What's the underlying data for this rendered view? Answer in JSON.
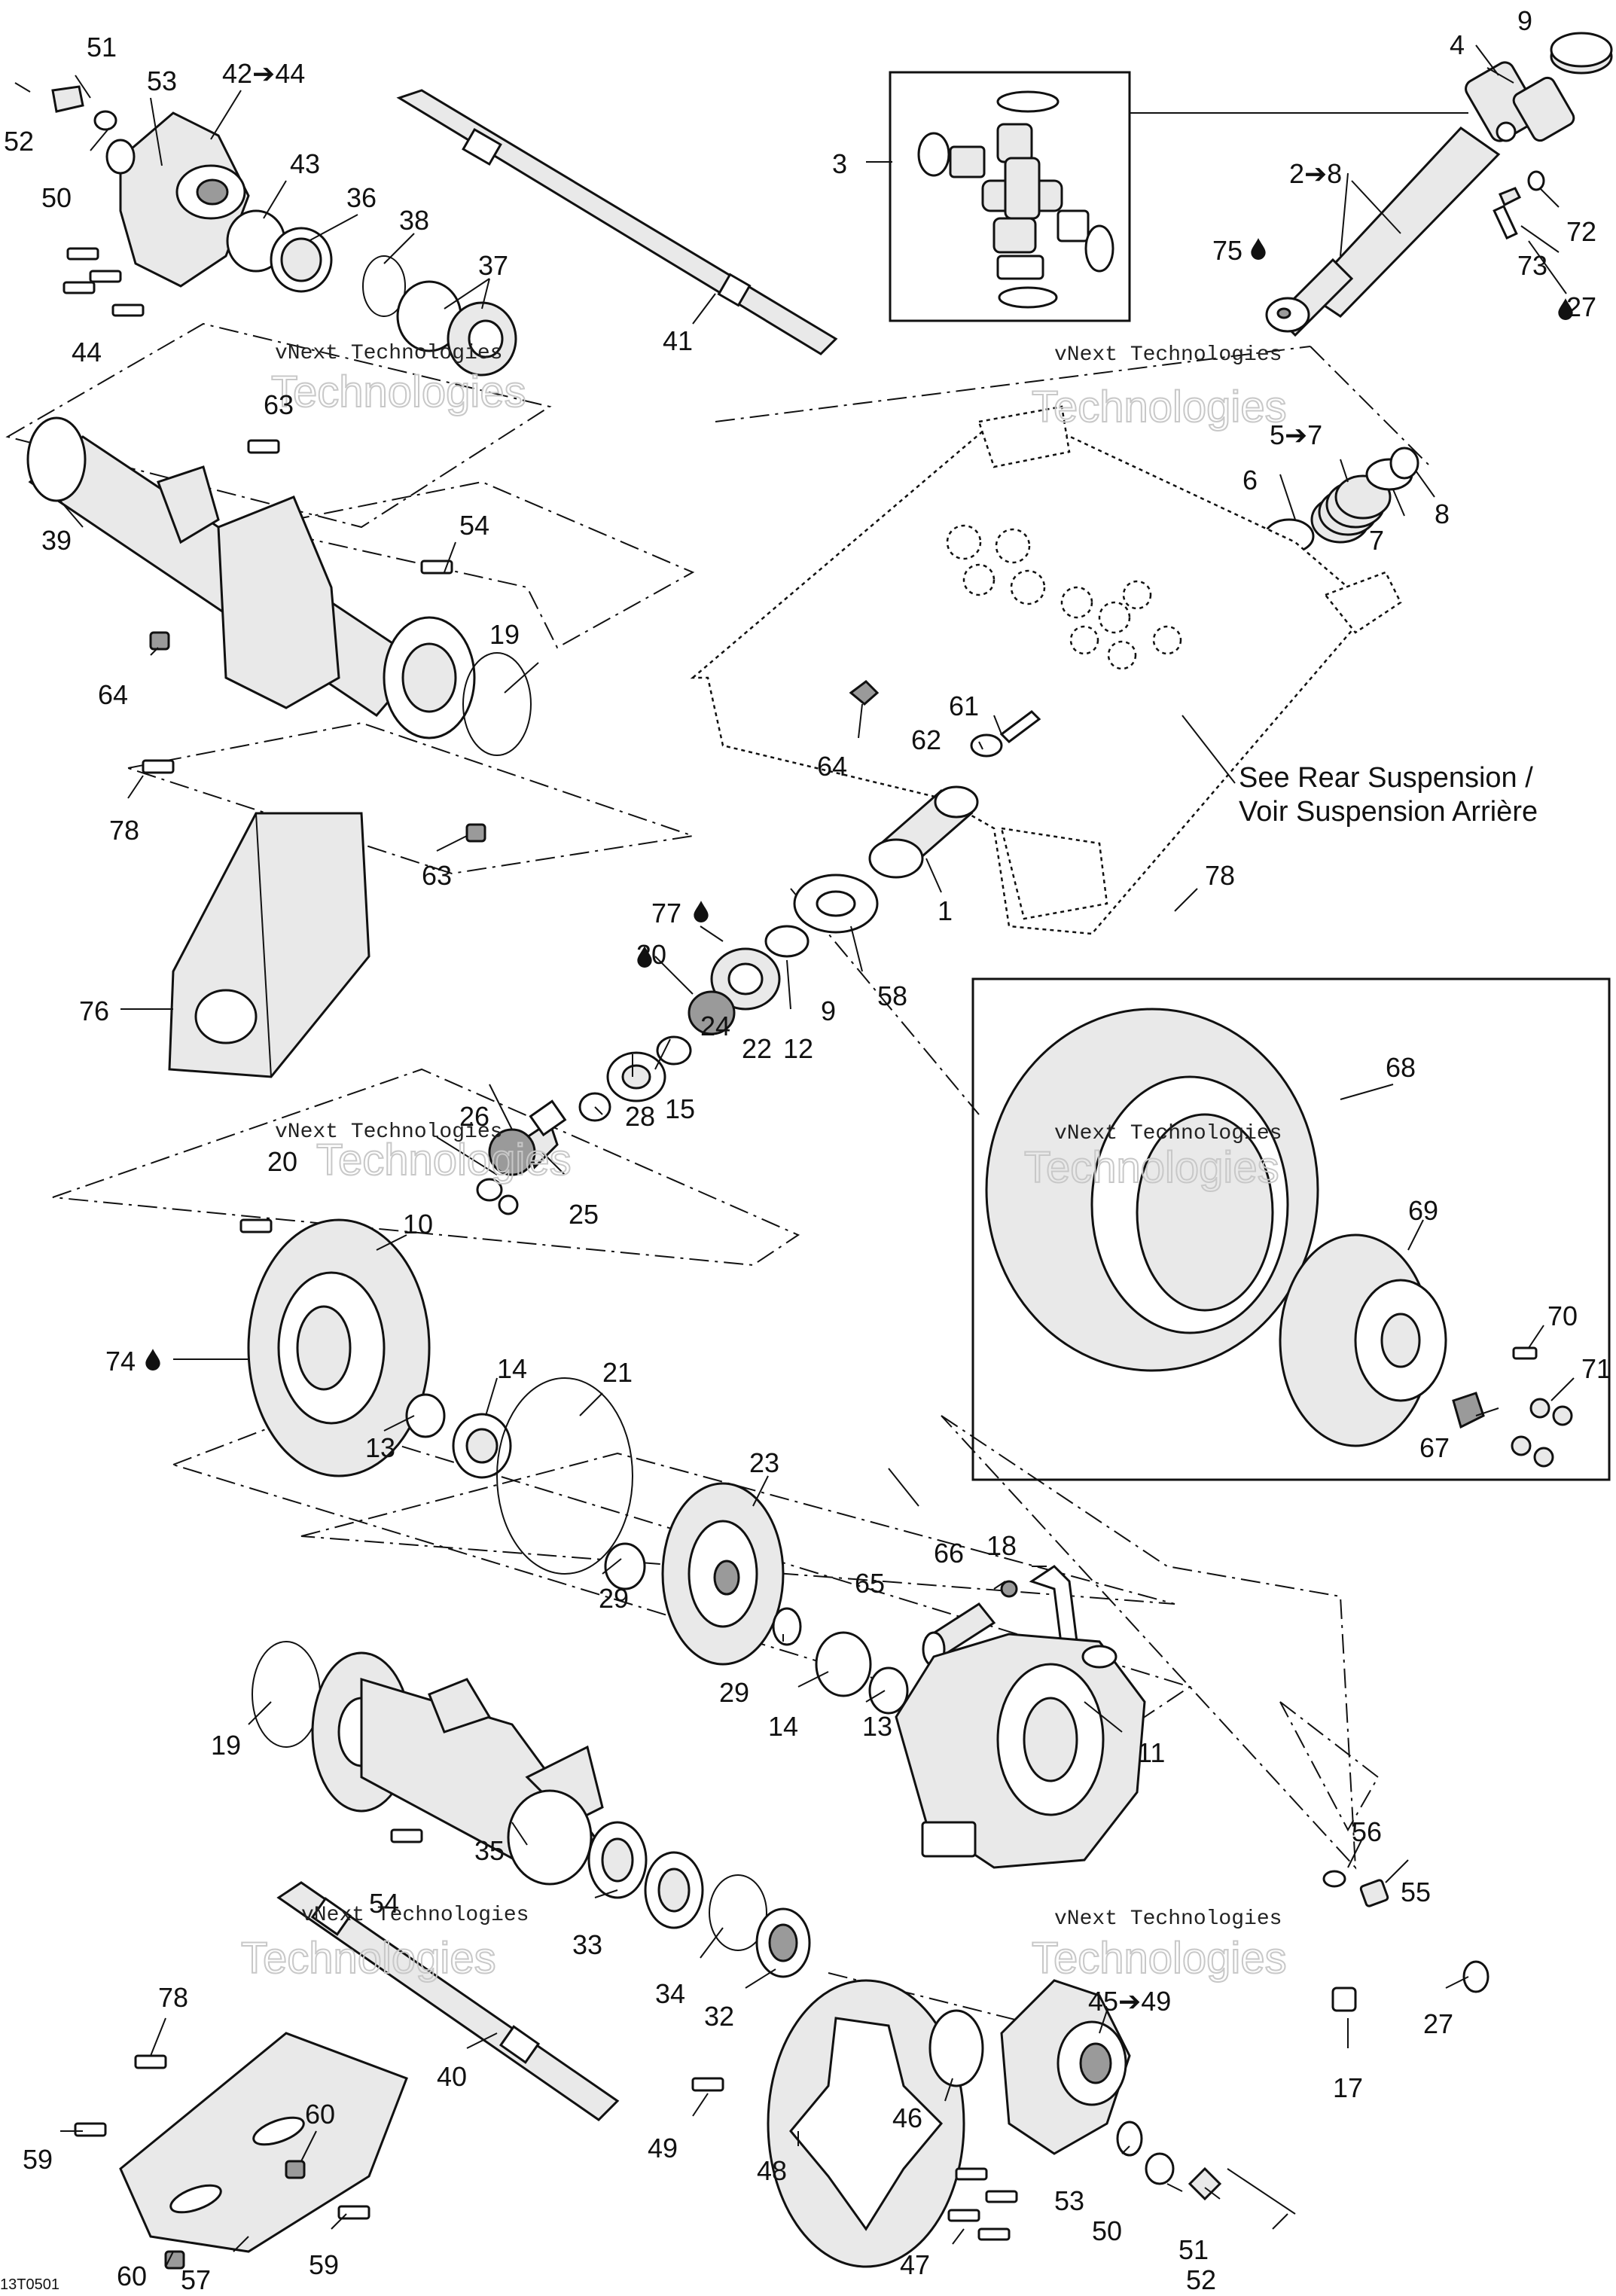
{
  "callouts": [
    {
      "id": "c1",
      "text": "1"
    },
    {
      "id": "c2",
      "text": "2➔8"
    },
    {
      "id": "c3",
      "text": "3"
    },
    {
      "id": "c4",
      "text": "4"
    },
    {
      "id": "c5",
      "text": "5➔7"
    },
    {
      "id": "c6",
      "text": "6"
    },
    {
      "id": "c7",
      "text": "7"
    },
    {
      "id": "c8",
      "text": "8"
    },
    {
      "id": "c9a",
      "text": "9"
    },
    {
      "id": "c9b",
      "text": "9"
    },
    {
      "id": "c10",
      "text": "10"
    },
    {
      "id": "c11",
      "text": "11"
    },
    {
      "id": "c12",
      "text": "12"
    },
    {
      "id": "c13a",
      "text": "13"
    },
    {
      "id": "c13b",
      "text": "13"
    },
    {
      "id": "c14a",
      "text": "14"
    },
    {
      "id": "c14b",
      "text": "14"
    },
    {
      "id": "c15",
      "text": "15"
    },
    {
      "id": "c17",
      "text": "17"
    },
    {
      "id": "c18",
      "text": "18"
    },
    {
      "id": "c19a",
      "text": "19"
    },
    {
      "id": "c19b",
      "text": "19"
    },
    {
      "id": "c20",
      "text": "20"
    },
    {
      "id": "c21",
      "text": "21"
    },
    {
      "id": "c22",
      "text": "22"
    },
    {
      "id": "c23",
      "text": "23"
    },
    {
      "id": "c24",
      "text": "24"
    },
    {
      "id": "c25",
      "text": "25"
    },
    {
      "id": "c26",
      "text": "26"
    },
    {
      "id": "c27",
      "text": "27"
    },
    {
      "id": "c27b",
      "text": "27"
    },
    {
      "id": "c28",
      "text": "28"
    },
    {
      "id": "c29a",
      "text": "29"
    },
    {
      "id": "c29b",
      "text": "29"
    },
    {
      "id": "c30",
      "text": "30"
    },
    {
      "id": "c32",
      "text": "32"
    },
    {
      "id": "c33",
      "text": "33"
    },
    {
      "id": "c34",
      "text": "34"
    },
    {
      "id": "c35",
      "text": "35"
    },
    {
      "id": "c36",
      "text": "36"
    },
    {
      "id": "c37",
      "text": "37"
    },
    {
      "id": "c38",
      "text": "38"
    },
    {
      "id": "c39",
      "text": "39"
    },
    {
      "id": "c40",
      "text": "40"
    },
    {
      "id": "c41",
      "text": "41"
    },
    {
      "id": "c42",
      "text": "42➔44"
    },
    {
      "id": "c43",
      "text": "43"
    },
    {
      "id": "c44",
      "text": "44"
    },
    {
      "id": "c45",
      "text": "45➔49"
    },
    {
      "id": "c46",
      "text": "46"
    },
    {
      "id": "c47",
      "text": "47"
    },
    {
      "id": "c48",
      "text": "48"
    },
    {
      "id": "c49",
      "text": "49"
    },
    {
      "id": "c50a",
      "text": "50"
    },
    {
      "id": "c50b",
      "text": "50"
    },
    {
      "id": "c51a",
      "text": "51"
    },
    {
      "id": "c51b",
      "text": "51"
    },
    {
      "id": "c52a",
      "text": "52"
    },
    {
      "id": "c52b",
      "text": "52"
    },
    {
      "id": "c53a",
      "text": "53"
    },
    {
      "id": "c53b",
      "text": "53"
    },
    {
      "id": "c54a",
      "text": "54"
    },
    {
      "id": "c54b",
      "text": "54"
    },
    {
      "id": "c55",
      "text": "55"
    },
    {
      "id": "c56",
      "text": "56"
    },
    {
      "id": "c57",
      "text": "57"
    },
    {
      "id": "c58",
      "text": "58"
    },
    {
      "id": "c59a",
      "text": "59"
    },
    {
      "id": "c59b",
      "text": "59"
    },
    {
      "id": "c60a",
      "text": "60"
    },
    {
      "id": "c60b",
      "text": "60"
    },
    {
      "id": "c61",
      "text": "61"
    },
    {
      "id": "c62",
      "text": "62"
    },
    {
      "id": "c63a",
      "text": "63"
    },
    {
      "id": "c63b",
      "text": "63"
    },
    {
      "id": "c64a",
      "text": "64"
    },
    {
      "id": "c64b",
      "text": "64"
    },
    {
      "id": "c65",
      "text": "65"
    },
    {
      "id": "c66",
      "text": "66"
    },
    {
      "id": "c67",
      "text": "67"
    },
    {
      "id": "c68",
      "text": "68"
    },
    {
      "id": "c69",
      "text": "69"
    },
    {
      "id": "c70",
      "text": "70"
    },
    {
      "id": "c71",
      "text": "71"
    },
    {
      "id": "c72",
      "text": "72"
    },
    {
      "id": "c73",
      "text": "73"
    },
    {
      "id": "c74",
      "text": "74"
    },
    {
      "id": "c75",
      "text": "75"
    },
    {
      "id": "c76",
      "text": "76"
    },
    {
      "id": "c77",
      "text": "77"
    },
    {
      "id": "c78a",
      "text": "78"
    },
    {
      "id": "c78b",
      "text": "78"
    },
    {
      "id": "c78c",
      "text": "78"
    }
  ],
  "note": {
    "line1": "See Rear Suspension /",
    "line2": "Voir Suspension Arrière"
  },
  "watermark": {
    "small": "vNext Technologies",
    "large": "Technologies"
  },
  "diagram_code": "13T0501",
  "icons": {
    "lubricant": "oil-drop-icon",
    "range": "arrow-right-icon"
  }
}
